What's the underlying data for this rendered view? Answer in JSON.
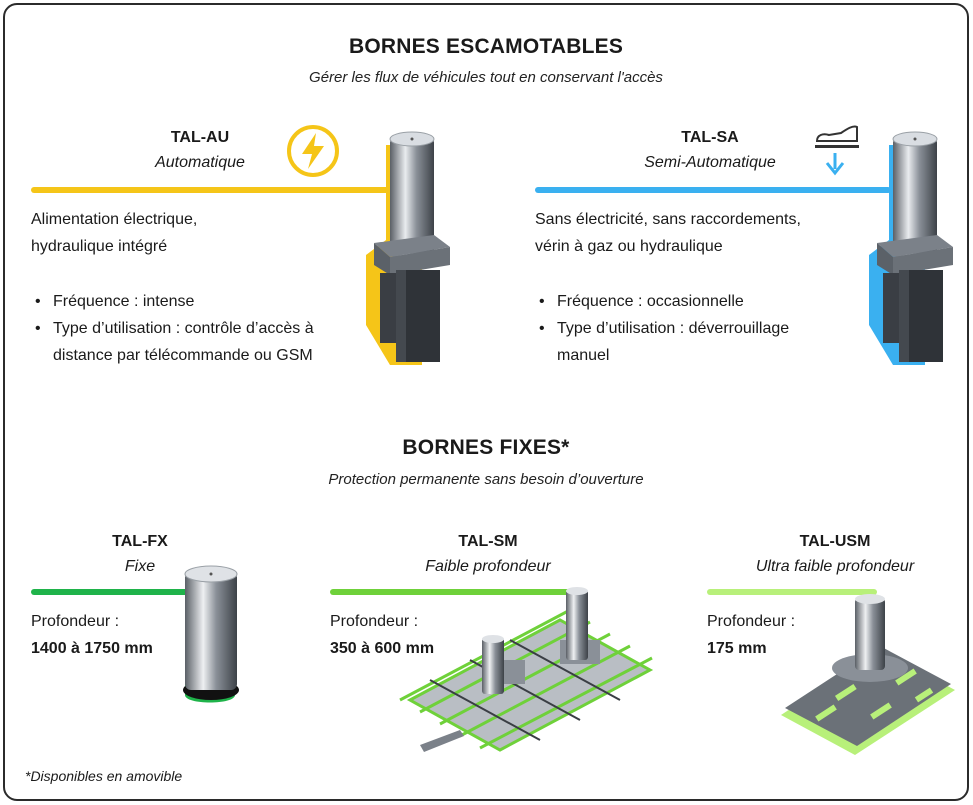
{
  "retractable": {
    "title": "BORNES ESCAMOTABLES",
    "subtitle": "Gérer les flux de véhicules tout en conservant l'accès",
    "products": [
      {
        "name": "TAL-AU",
        "type": "Automatique",
        "description_lines": [
          "Alimentation électrique,",
          "hydraulique intégré"
        ],
        "bullets": [
          "Fréquence : intense",
          "Type d’utilisation : contrôle d’accès à distance par télécommande ou GSM"
        ],
        "accent_color": "#f5c518",
        "icon": "lightning-bolt-icon"
      },
      {
        "name": "TAL-SA",
        "type": "Semi-Automatique",
        "description_lines": [
          "Sans électricité, sans raccordements,",
          "vérin à gaz ou hydraulique"
        ],
        "bullets": [
          "Fréquence : occasionnelle",
          "Type d’utilisation : déverrouillage manuel"
        ],
        "accent_color": "#3ab0f0",
        "icon": "foot-press-icon"
      }
    ]
  },
  "fixed": {
    "title": "BORNES FIXES*",
    "subtitle": "Protection permanente sans besoin d’ouverture",
    "products": [
      {
        "name": "TAL-FX",
        "type": "Fixe",
        "depth_label": "Profondeur :",
        "depth_value": "1400 à 1750 mm",
        "accent_color": "#1fb34a"
      },
      {
        "name": "TAL-SM",
        "type": "Faible profondeur",
        "depth_label": "Profondeur :",
        "depth_value": "350 à 600 mm",
        "accent_color": "#6fd13a"
      },
      {
        "name": "TAL-USM",
        "type": "Ultra faible profondeur",
        "depth_label": "Profondeur :",
        "depth_value": "175 mm",
        "accent_color": "#b8f07a"
      }
    ]
  },
  "footnote": "*Disponibles en amovible"
}
